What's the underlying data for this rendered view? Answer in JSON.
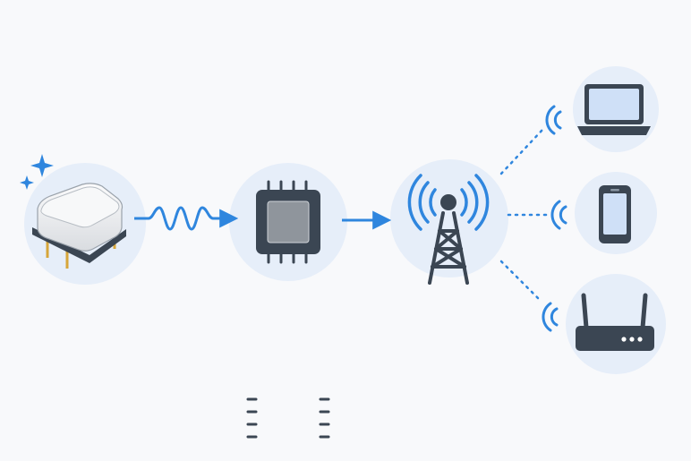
{
  "diagram": {
    "nodes": [
      {
        "id": "oscillator",
        "icon": "crystal-oscillator-icon"
      },
      {
        "id": "processor",
        "icon": "microchip-icon"
      },
      {
        "id": "tower",
        "icon": "cell-tower-icon"
      },
      {
        "id": "laptop",
        "icon": "laptop-icon"
      },
      {
        "id": "phone",
        "icon": "smartphone-icon"
      },
      {
        "id": "router",
        "icon": "router-icon"
      }
    ],
    "edges": [
      {
        "from": "oscillator",
        "to": "processor",
        "style": "sine-wave-arrow"
      },
      {
        "from": "processor",
        "to": "tower",
        "style": "solid-arrow"
      },
      {
        "from": "tower",
        "to": "laptop",
        "style": "dotted-wireless"
      },
      {
        "from": "tower",
        "to": "phone",
        "style": "dotted-wireless"
      },
      {
        "from": "tower",
        "to": "router",
        "style": "dotted-wireless"
      }
    ],
    "decorations": [
      "sparkle-icon"
    ]
  },
  "colors": {
    "background": "#f8f9fb",
    "circle": "#e6eef9",
    "accent": "#2f86de",
    "dark": "#3b4653",
    "chip_core": "#8f959c",
    "device_screen": "#cfe0f7",
    "oscillator_body": "#e9ebee",
    "pin": "#d7a63a"
  }
}
